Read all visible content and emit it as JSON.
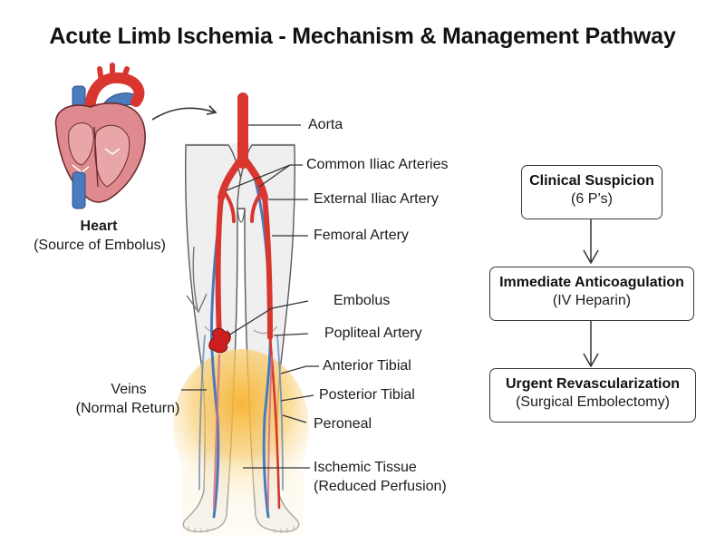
{
  "title": "Acute Limb Ischemia - Mechanism & Management Pathway",
  "heart": {
    "name": "Heart",
    "note": "(Source of Embolus)"
  },
  "labels": {
    "aorta": "Aorta",
    "common_iliac": "Common Iliac Arteries",
    "external_iliac": "External Iliac Artery",
    "femoral": "Femoral Artery",
    "embolus": "Embolus",
    "popliteal": "Popliteal Artery",
    "anterior_tibial": "Anterior Tibial",
    "posterior_tibial": "Posterior Tibial",
    "peroneal": "Peroneal",
    "veins": "Veins",
    "veins_note": "(Normal Return)",
    "ischemic": "Ischemic Tissue",
    "ischemic_note": "(Reduced Perfusion)"
  },
  "pathway": [
    {
      "title": "Clinical Suspicion",
      "subtitle": "(6 P’s)"
    },
    {
      "title": "Immediate Anticoagulation",
      "subtitle": "(IV Heparin)"
    },
    {
      "title": "Urgent Revascularization",
      "subtitle": "(Surgical Embolectomy)"
    }
  ],
  "colors": {
    "artery": "#d8362f",
    "vein": "#4a7bbd",
    "embolus": "#cc1f1f",
    "ischemia": "#f5b335",
    "heart_muscle": "#df8a8e",
    "line": "#3a3a3a"
  }
}
